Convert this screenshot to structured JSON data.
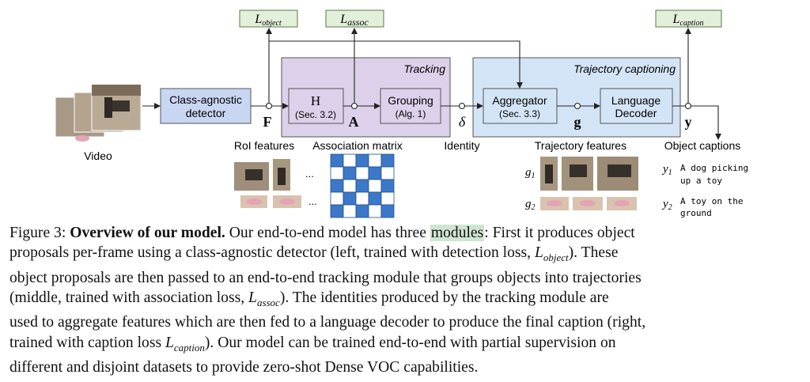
{
  "diagram": {
    "losses": {
      "object": {
        "main": "L",
        "sub": "object"
      },
      "assoc": {
        "main": "L",
        "sub": "assoc"
      },
      "caption": {
        "main": "L",
        "sub": "caption"
      }
    },
    "video_label": "Video",
    "detector_label": [
      "Class-agnostic",
      "detector"
    ],
    "tracking_title": "Tracking",
    "captioning_title": "Trajectory captioning",
    "h_box": {
      "title": "H",
      "ref": "(Sec. 3.2)"
    },
    "grouping_box": {
      "title": "Grouping",
      "ref": "(Alg. 1)"
    },
    "aggregator_box": {
      "title": "Aggregator",
      "ref": "(Sec. 3.3)"
    },
    "decoder_box": [
      "Language",
      "Decoder"
    ],
    "symbols": {
      "F": "F",
      "A": "A",
      "delta": "δ",
      "g": "g",
      "y": "y"
    },
    "section_labels": {
      "roi": "RoI features",
      "assoc_matrix": "Association matrix",
      "identity": "Identity",
      "trajectory": "Trajectory features",
      "captions": "Object captions"
    },
    "ellipsis": "...",
    "trajectories": [
      {
        "label": "g",
        "sub": "1"
      },
      {
        "label": "g",
        "sub": "2"
      }
    ],
    "captions": [
      {
        "label": "y",
        "sub": "1",
        "lines": [
          "A dog picking",
          "up a toy"
        ]
      },
      {
        "label": "y",
        "sub": "2",
        "lines": [
          "A toy on the",
          "ground"
        ]
      }
    ],
    "colors": {
      "loss_fill": "#e2efd9",
      "loss_stroke": "#5a7a4a",
      "detector_fill": "#c9d6f2",
      "tracking_fill": "#ddd0ea",
      "captioning_fill": "#d4e4f7",
      "matrix_blue": "#3c78c8"
    }
  },
  "caption": {
    "label": "Figure 3:",
    "title": "Overview of our model.",
    "line1_a": "Our end-to-end model has three",
    "line1_hl": "modules",
    "line1_b": ": First it produces object",
    "line2_a": "proposals per-frame using a class-agnostic detector (left, trained with detection loss,",
    "line2_b": "). These",
    "line3": "object proposals are then passed to an end-to-end tracking module that groups objects into trajectories",
    "line4_a": "(middle, trained with association loss,",
    "line4_b": "). The identities produced by the tracking module are",
    "line5": "used to aggregate features which are then fed to a language decoder to produce the final caption (right,",
    "line6_a": "trained with caption loss",
    "line6_b": "). Our model can be trained end-to-end with partial supervision on",
    "line7": "different and disjoint datasets to provide zero-shot Dense VOC capabilities.",
    "loss_object": {
      "main": "L",
      "sub": "object"
    },
    "loss_assoc": {
      "main": "L",
      "sub": "assoc"
    },
    "loss_caption": {
      "main": "L",
      "sub": "caption"
    }
  }
}
